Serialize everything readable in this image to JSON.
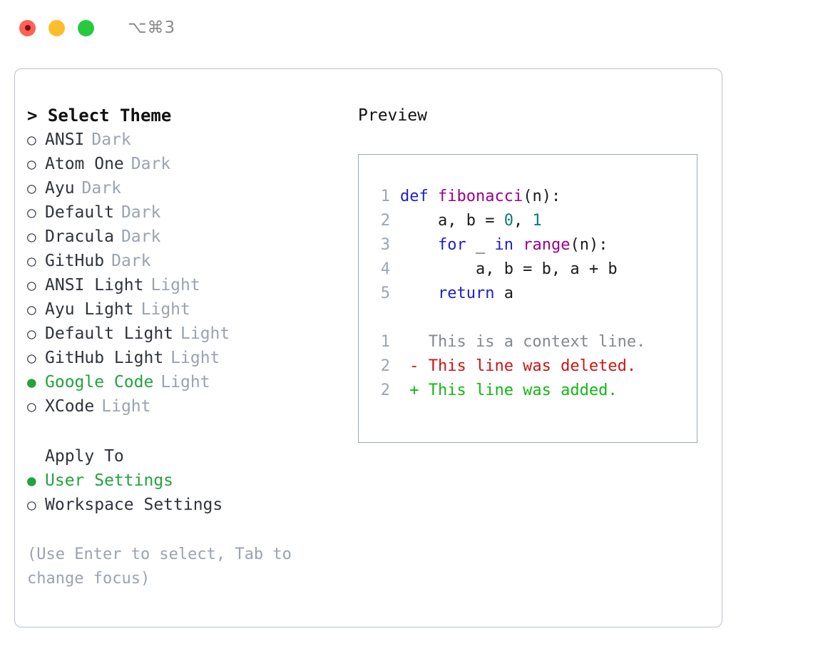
{
  "titlebar": {
    "shortcut": "⌥⌘3",
    "buttons": [
      {
        "name": "close",
        "color": "#ff6058"
      },
      {
        "name": "minimize",
        "color": "#ffbd2e"
      },
      {
        "name": "maximize",
        "color": "#28c93f"
      }
    ]
  },
  "theme_picker": {
    "header": "> Select Theme",
    "marker_selected": "●",
    "marker_unselected": "○",
    "items": [
      {
        "name": "ANSI",
        "category": "Dark",
        "selected": false
      },
      {
        "name": "Atom One",
        "category": "Dark",
        "selected": false
      },
      {
        "name": "Ayu",
        "category": "Dark",
        "selected": false
      },
      {
        "name": "Default",
        "category": "Dark",
        "selected": false
      },
      {
        "name": "Dracula",
        "category": "Dark",
        "selected": false
      },
      {
        "name": "GitHub",
        "category": "Dark",
        "selected": false
      },
      {
        "name": "ANSI Light",
        "category": "Light",
        "selected": false
      },
      {
        "name": "Ayu Light",
        "category": "Light",
        "selected": false
      },
      {
        "name": "Default Light",
        "category": "Light",
        "selected": false
      },
      {
        "name": "GitHub Light",
        "category": "Light",
        "selected": false
      },
      {
        "name": "Google Code",
        "category": "Light",
        "selected": true
      },
      {
        "name": "XCode",
        "category": "Light",
        "selected": false
      }
    ]
  },
  "apply_to": {
    "title": "Apply To",
    "items": [
      {
        "name": "User Settings",
        "selected": true
      },
      {
        "name": "Workspace Settings",
        "selected": false
      }
    ]
  },
  "hint": "(Use Enter to select, Tab to change focus)",
  "preview": {
    "title": "Preview",
    "code_lines": [
      {
        "number": "1",
        "tokens": [
          {
            "t": "def",
            "c": "kw"
          },
          {
            "t": " ",
            "c": "pln"
          },
          {
            "t": "fibonacci",
            "c": "fn"
          },
          {
            "t": "(n):",
            "c": "pln"
          }
        ]
      },
      {
        "number": "2",
        "tokens": [
          {
            "t": "    a, b = ",
            "c": "pln"
          },
          {
            "t": "0",
            "c": "num"
          },
          {
            "t": ", ",
            "c": "pln"
          },
          {
            "t": "1",
            "c": "num"
          }
        ]
      },
      {
        "number": "3",
        "tokens": [
          {
            "t": "    ",
            "c": "pln"
          },
          {
            "t": "for",
            "c": "kw"
          },
          {
            "t": " _ ",
            "c": "pln"
          },
          {
            "t": "in",
            "c": "kw"
          },
          {
            "t": " ",
            "c": "pln"
          },
          {
            "t": "range",
            "c": "fn"
          },
          {
            "t": "(n):",
            "c": "pln"
          }
        ]
      },
      {
        "number": "4",
        "tokens": [
          {
            "t": "        a, b = b, a + b",
            "c": "pln"
          }
        ]
      },
      {
        "number": "5",
        "tokens": [
          {
            "t": "    ",
            "c": "pln"
          },
          {
            "t": "return",
            "c": "kw"
          },
          {
            "t": " a",
            "c": "pln"
          }
        ]
      }
    ],
    "diff_lines": [
      {
        "number": "1",
        "marker": " ",
        "text": "This is a context line.",
        "kind": "ctx"
      },
      {
        "number": "2",
        "marker": "-",
        "text": "This line was deleted.",
        "kind": "del"
      },
      {
        "number": "2",
        "marker": "+",
        "text": "This line was added.",
        "kind": "add"
      }
    ]
  },
  "colors": {
    "accent_green": "#22a33f",
    "muted": "#9aa3b0",
    "keyword": "#1f1fc4",
    "function": "#99008c",
    "number": "#0d7a7a",
    "diff_add": "#12b812",
    "diff_del": "#cc1414",
    "border": "#9aa8b8"
  }
}
